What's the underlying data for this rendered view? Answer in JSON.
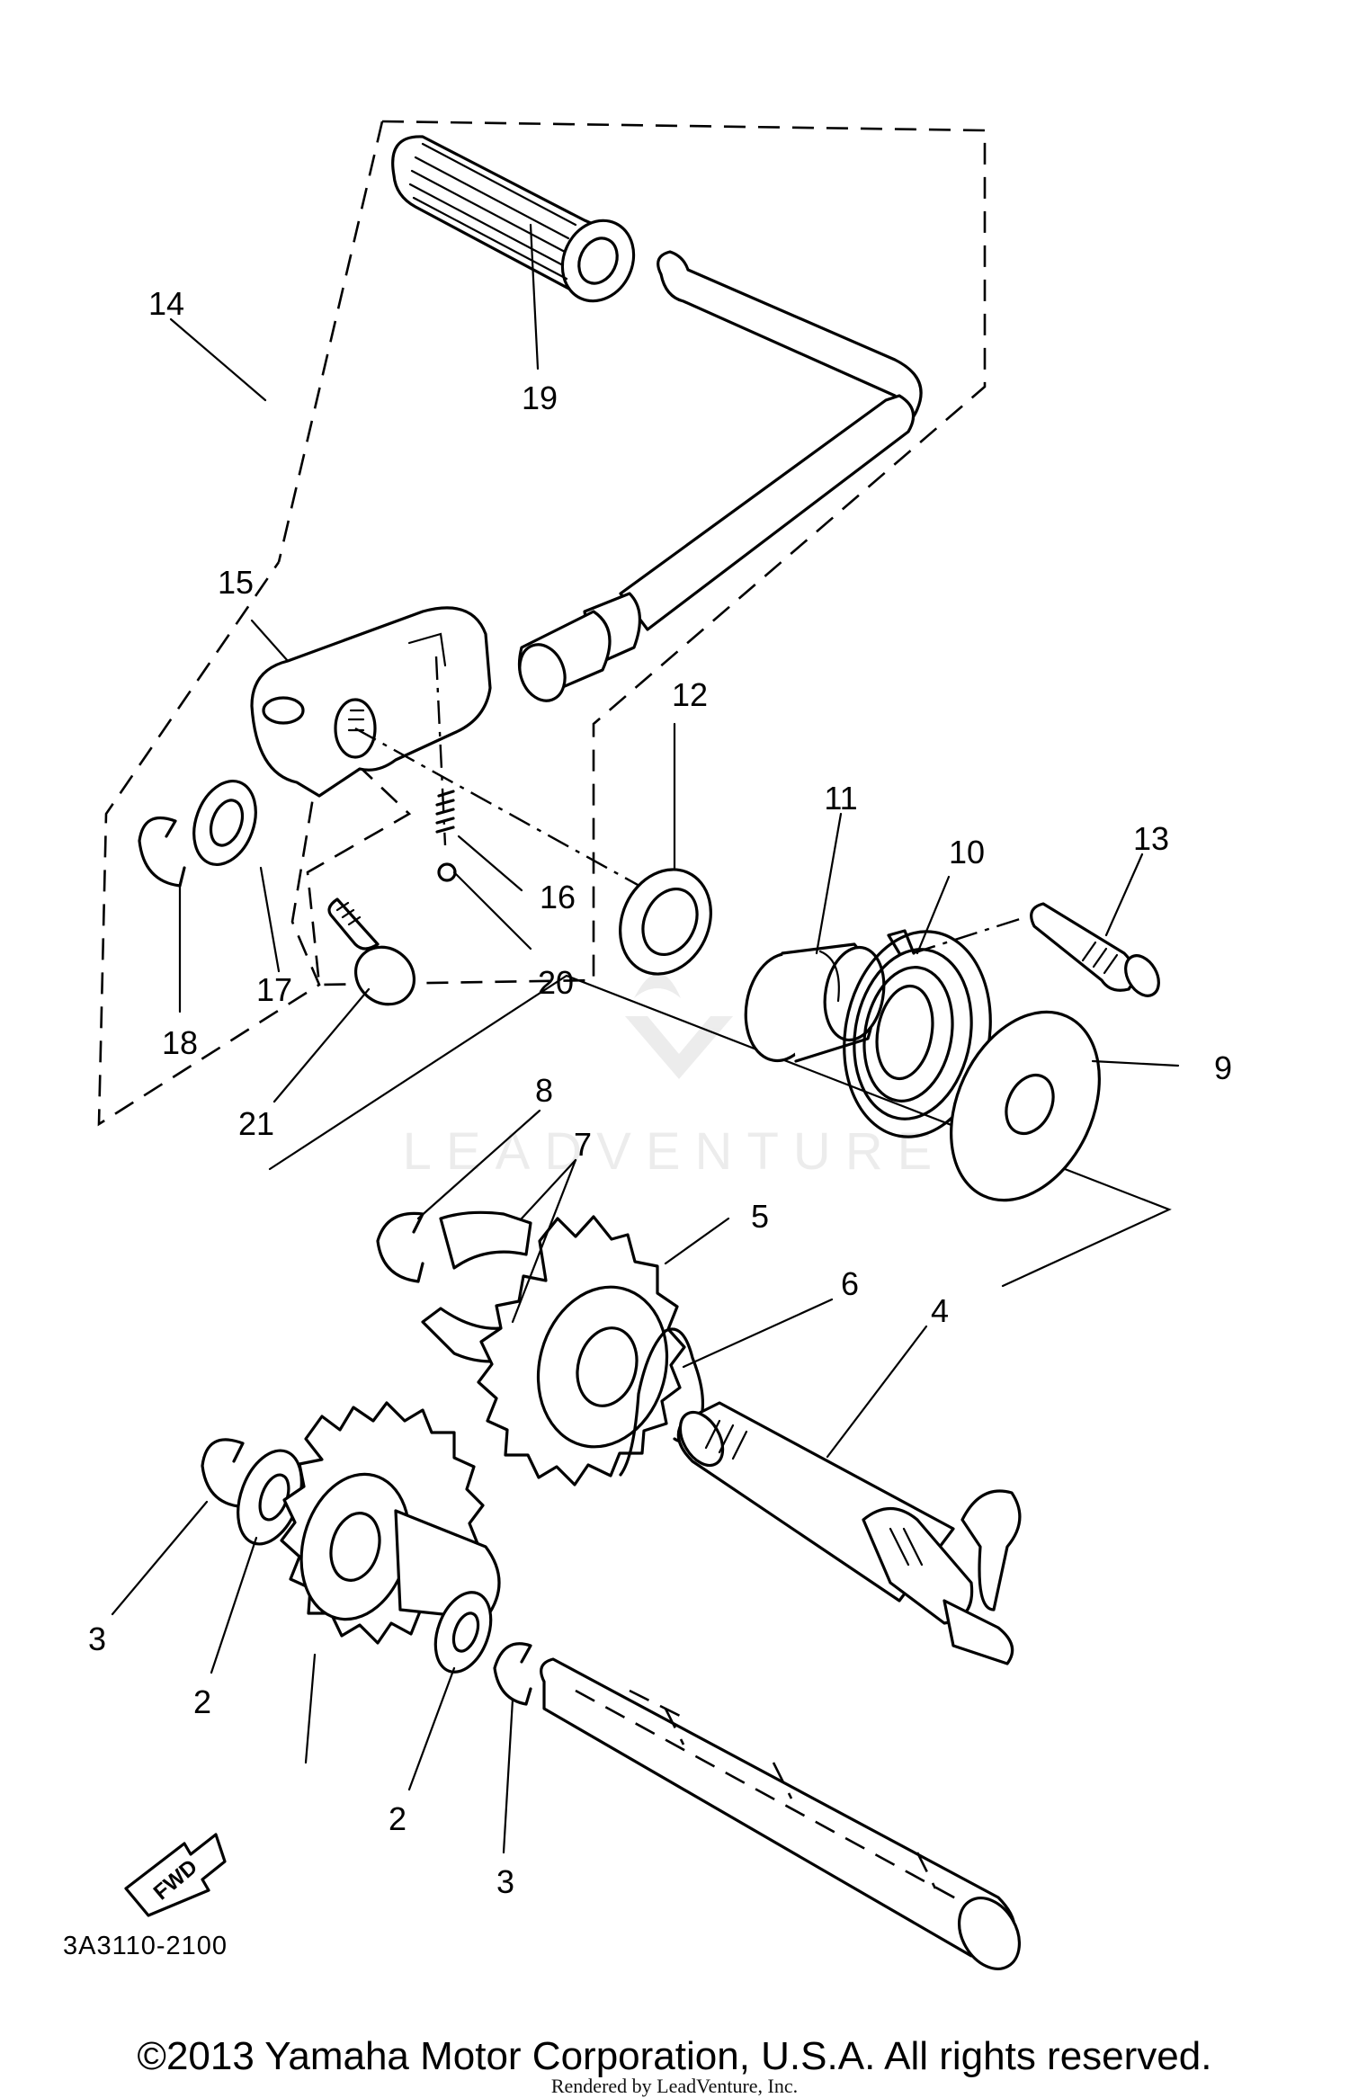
{
  "diagram_code": "3A3110-2100",
  "fwd_badge": "FWD",
  "watermark": "LEADVENTURE",
  "copyright": "©2013 Yamaha Motor Corporation, U.S.A. All rights reserved.",
  "rendered_by": "Rendered by LeadVenture, Inc.",
  "callouts": [
    "14",
    "19",
    "15",
    "12",
    "11",
    "10",
    "13",
    "16",
    "20",
    "17",
    "18",
    "21",
    "9",
    "8",
    "7",
    "5",
    "6",
    "4",
    "3",
    "2",
    "2",
    "3"
  ]
}
